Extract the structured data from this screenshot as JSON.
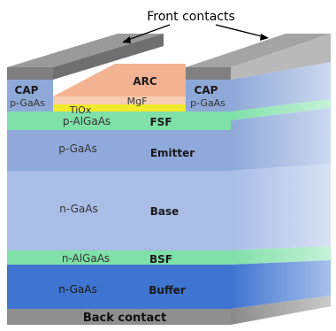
{
  "callouts": {
    "front_contacts": "Front contacts"
  },
  "caps": {
    "left": {
      "name": "CAP",
      "material": "p-GaAs"
    },
    "right": {
      "name": "CAP",
      "material": "p-GaAs"
    }
  },
  "window_stack": {
    "arc": "ARC",
    "mgf": "MgF",
    "tiox": "TiOx"
  },
  "layers": [
    {
      "material": "p-AlGaAs",
      "name": "FSF"
    },
    {
      "material": "p-GaAs",
      "name": "Emitter"
    },
    {
      "material": "n-GaAs",
      "name": "Base"
    },
    {
      "material": "n-AlGaAs",
      "name": "BSF"
    },
    {
      "material": "n-GaAs",
      "name": "Buffer"
    }
  ],
  "back_contact": "Back contact",
  "colors": {
    "contact_metal": "#9a9a9a",
    "cap": "#8ea9d8",
    "arc": "#f3b393",
    "mgf": "#f6ccb3",
    "tiox": "#f2ea2a",
    "fsf_bsf": "#7fe0a8",
    "emitter": "#8fa9da",
    "base": "#a9bde6",
    "buffer": "#3f74d0",
    "back_contact": "#8f8f8f"
  }
}
